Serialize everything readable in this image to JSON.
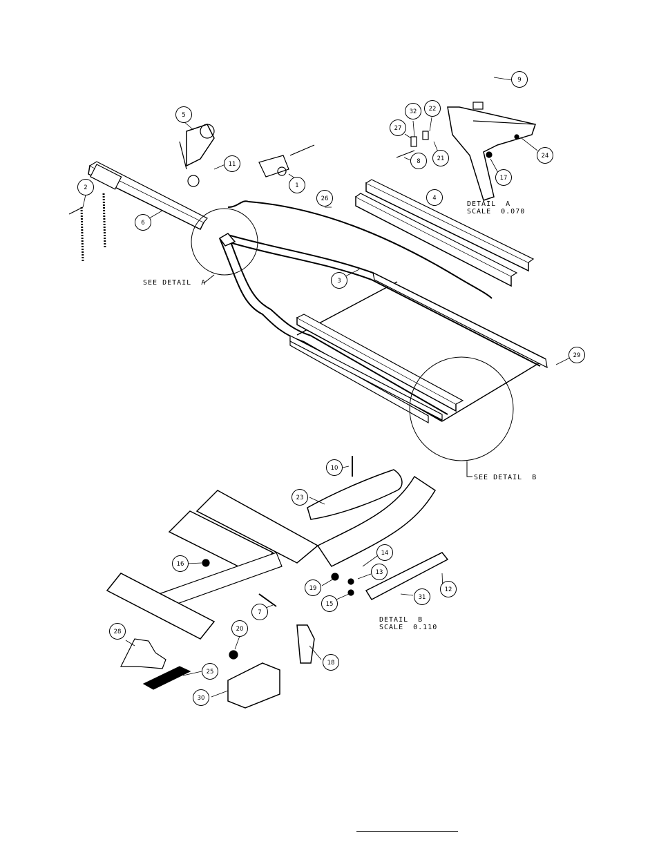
{
  "callouts": [
    {
      "id": "c2",
      "label": "2"
    },
    {
      "id": "c5",
      "label": "5"
    },
    {
      "id": "c6",
      "label": "6"
    },
    {
      "id": "c11",
      "label": "11"
    },
    {
      "id": "c1",
      "label": "1"
    },
    {
      "id": "c26",
      "label": "26"
    },
    {
      "id": "c3",
      "label": "3"
    },
    {
      "id": "c4",
      "label": "4"
    },
    {
      "id": "c9",
      "label": "9"
    },
    {
      "id": "c32",
      "label": "32"
    },
    {
      "id": "c22",
      "label": "22"
    },
    {
      "id": "c27",
      "label": "27"
    },
    {
      "id": "c8",
      "label": "8"
    },
    {
      "id": "c21",
      "label": "21"
    },
    {
      "id": "c17",
      "label": "17"
    },
    {
      "id": "c24",
      "label": "24"
    },
    {
      "id": "c29",
      "label": "29"
    },
    {
      "id": "c10",
      "label": "10"
    },
    {
      "id": "c23",
      "label": "23"
    },
    {
      "id": "c14",
      "label": "14"
    },
    {
      "id": "c13",
      "label": "13"
    },
    {
      "id": "c19",
      "label": "19"
    },
    {
      "id": "c15",
      "label": "15"
    },
    {
      "id": "c16",
      "label": "16"
    },
    {
      "id": "c7",
      "label": "7"
    },
    {
      "id": "c31",
      "label": "31"
    },
    {
      "id": "c12",
      "label": "12"
    },
    {
      "id": "c20",
      "label": "20"
    },
    {
      "id": "c28",
      "label": "28"
    },
    {
      "id": "c18",
      "label": "18"
    },
    {
      "id": "c25",
      "label": "25"
    },
    {
      "id": "c30",
      "label": "30"
    }
  ],
  "notes": {
    "see_detail_a": "SEE DETAIL  A",
    "see_detail_b": "SEE DETAIL  B",
    "detail_a_title": "DETAIL  A",
    "detail_a_scale": "SCALE  0.070",
    "detail_b_title": "DETAIL  B",
    "detail_b_scale": "SCALE  0.110"
  }
}
